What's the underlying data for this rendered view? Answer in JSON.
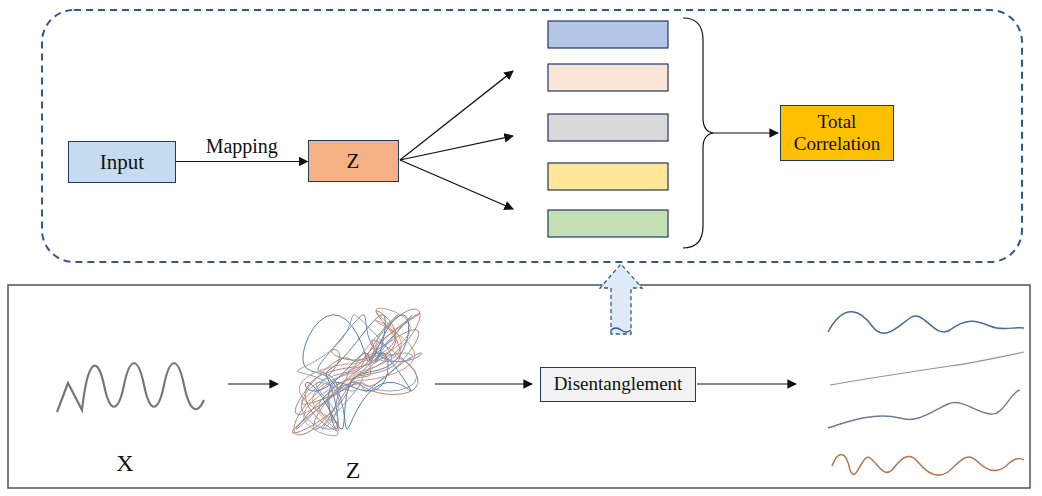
{
  "diagram": {
    "nodes": [
      {
        "text": [
          "Input"
        ]
      },
      {
        "text": [
          "Z"
        ]
      },
      {
        "text": [
          "Total Correlation"
        ]
      },
      {
        "text": [
          "Disentanglement"
        ]
      }
    ],
    "edges": [
      {
        "from": 0,
        "to": 1,
        "arrow": "to",
        "label": "Mapping"
      }
    ],
    "labels": [
      "X",
      "Z"
    ]
  }
}
